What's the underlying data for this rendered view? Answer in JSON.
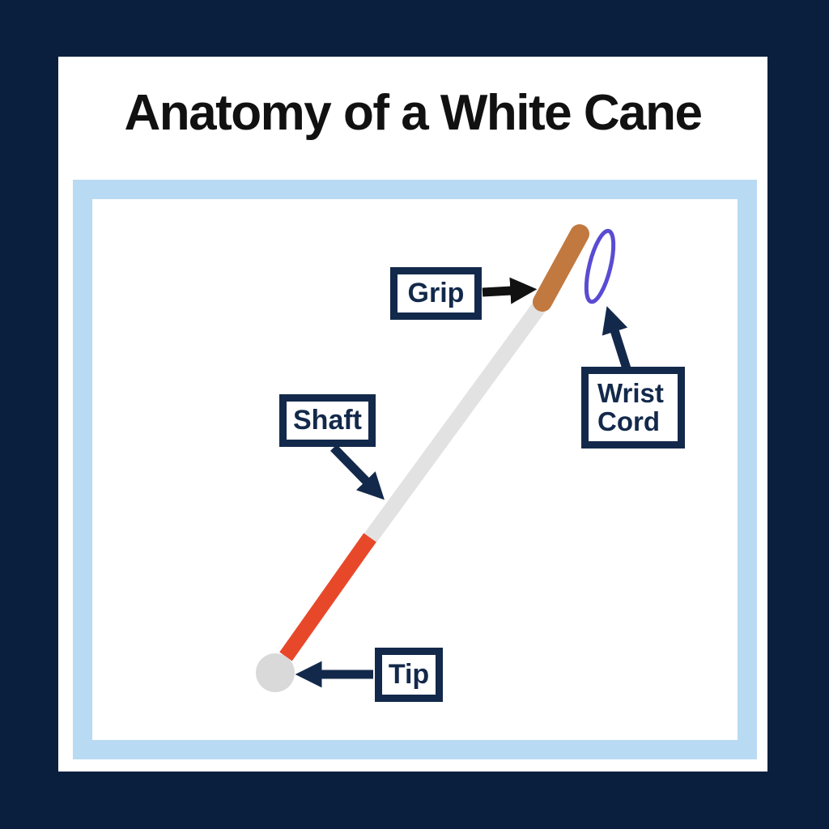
{
  "title": "Anatomy of a White Cane",
  "diagram": {
    "labels": {
      "grip": "Grip",
      "shaft": "Shaft",
      "wrist_cord": "Wrist Cord",
      "tip": "Tip"
    },
    "colors": {
      "page_background_navy": "#0a1f3e",
      "card_background": "#ffffff",
      "panel_border_light_blue": "#b9daf3",
      "label_border_navy": "#13294b",
      "label_text_navy": "#13294b",
      "navy_arrow": "#13294b",
      "black_arrow": "#111111",
      "grip_brown": "#c1793f",
      "shaft_gray": "#e2e2e2",
      "red_segment": "#e8482a",
      "tip_ball_gray": "#d9d9d9",
      "cord_purple": "#5a4bd3",
      "title_black": "#111111"
    }
  }
}
